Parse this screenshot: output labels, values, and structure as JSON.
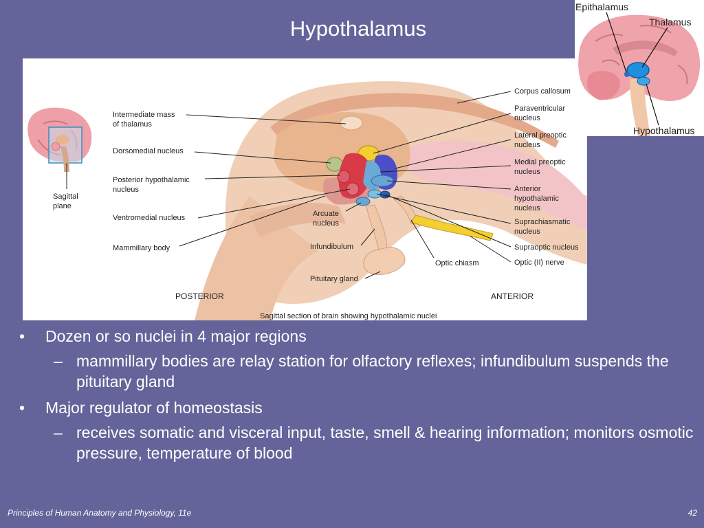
{
  "title": "Hypothalamus",
  "diagram": {
    "labels_left": {
      "intermediate_mass_1": "Intermediate mass",
      "intermediate_mass_2": "of thalamus",
      "dorsomedial": "Dorsomedial nucleus",
      "posterior_1": "Posterior hypothalamic",
      "posterior_2": "nucleus",
      "ventromedial": "Ventromedial nucleus",
      "mammillary": "Mammillary body",
      "sagittal_1": "Sagittal",
      "sagittal_2": "plane"
    },
    "labels_center": {
      "arcuate_1": "Arcuate",
      "arcuate_2": "nucleus",
      "infundibulum": "Infundibulum",
      "pituitary": "Pituitary gland",
      "optic_chiasm": "Optic chiasm"
    },
    "labels_right": {
      "corpus_callosum": "Corpus callosum",
      "paraventricular_1": "Paraventricular",
      "paraventricular_2": "nucleus",
      "lateral_preoptic_1": "Lateral preoptic",
      "lateral_preoptic_2": "nucleus",
      "medial_preoptic_1": "Medial preoptic",
      "medial_preoptic_2": "nucleus",
      "anterior_1": "Anterior",
      "anterior_2": "hypothalamic",
      "anterior_3": "nucleus",
      "suprachiasmatic_1": "Suprachiasmatic",
      "suprachiasmatic_2": "nucleus",
      "supraoptic": "Supraoptic nucleus",
      "optic_nerve": "Optic (II) nerve"
    },
    "orientation": {
      "posterior": "POSTERIOR",
      "anterior": "ANTERIOR"
    },
    "caption": "Sagittal section of brain showing hypothalamic nuclei"
  },
  "inset": {
    "epithalamus": "Epithalamus",
    "thalamus": "Thalamus",
    "hypothalamus": "Hypothalamus"
  },
  "bullets": [
    {
      "text": "Dozen or so nuclei in 4 major regions",
      "sub": [
        "mammillary bodies are relay station for olfactory reflexes; infundibulum suspends the pituitary gland"
      ]
    },
    {
      "text": "Major regulator of homeostasis",
      "sub": [
        "receives somatic and visceral input, taste, smell & hearing information; monitors osmotic pressure, temperature of blood"
      ]
    }
  ],
  "markers": {
    "bullet": "•",
    "dash": "–"
  },
  "footer": {
    "left": "Principles of Human Anatomy and Physiology, 11e",
    "right": "42"
  },
  "colors": {
    "background": "#64649a",
    "brain_tissue": "#eab99a",
    "nucleus_blue": "#4a8fd0",
    "nucleus_red": "#d83a48",
    "nucleus_yellow": "#f2d030"
  }
}
